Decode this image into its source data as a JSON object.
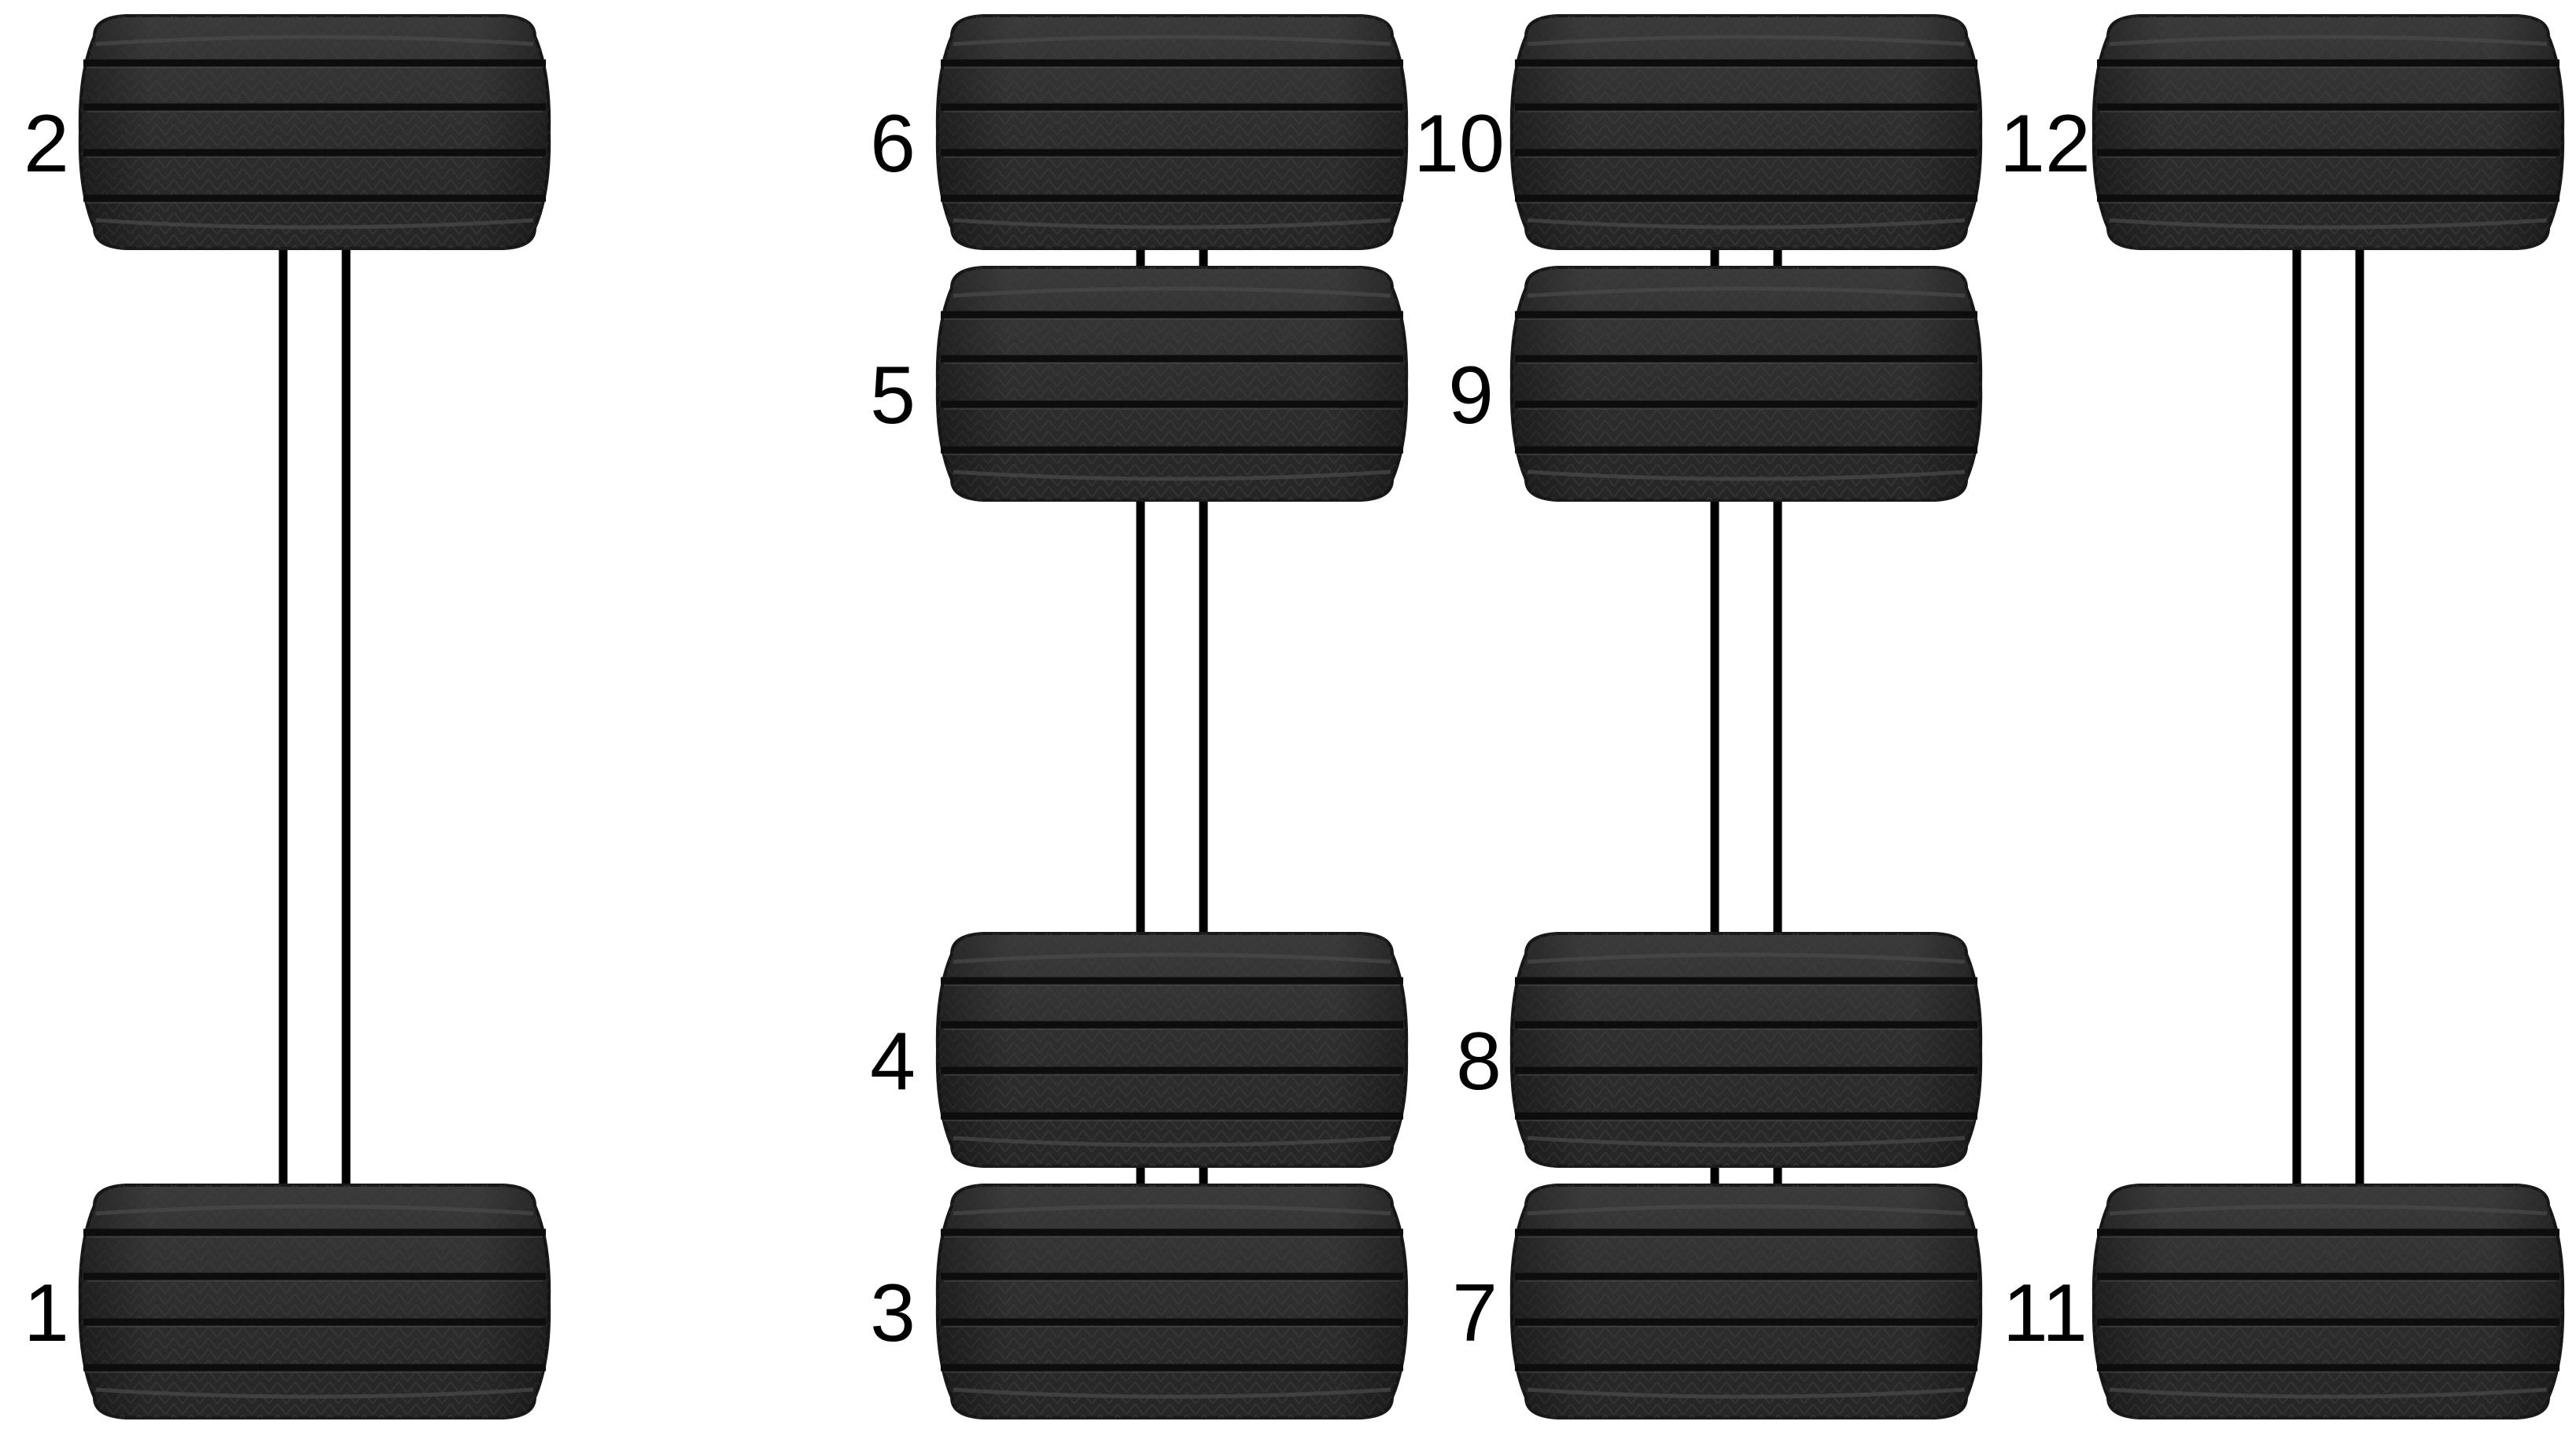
{
  "colors": {
    "background": "#ffffff",
    "tire_body": "#2f2f2f",
    "tire_edge": "#1a1a1a",
    "tire_groove": "#0d0d0d",
    "tire_highlight": "#4a4a4a",
    "axle": "#000000"
  },
  "tires": [
    {
      "id": 1,
      "label": "1"
    },
    {
      "id": 2,
      "label": "2"
    },
    {
      "id": 3,
      "label": "3"
    },
    {
      "id": 4,
      "label": "4"
    },
    {
      "id": 5,
      "label": "5"
    },
    {
      "id": 6,
      "label": "6"
    },
    {
      "id": 7,
      "label": "7"
    },
    {
      "id": 8,
      "label": "8"
    },
    {
      "id": 9,
      "label": "9"
    },
    {
      "id": 10,
      "label": "10"
    },
    {
      "id": 11,
      "label": "11"
    },
    {
      "id": 12,
      "label": "12"
    }
  ],
  "axles": [
    {
      "id": "axle-1",
      "tires": [
        1,
        2
      ]
    },
    {
      "id": "axle-2",
      "tires": [
        4,
        5
      ]
    },
    {
      "id": "axle-3",
      "tires": [
        3,
        6
      ]
    },
    {
      "id": "axle-4",
      "tires": [
        8,
        9
      ]
    },
    {
      "id": "axle-5",
      "tires": [
        7,
        10
      ]
    },
    {
      "id": "axle-6",
      "tires": [
        11,
        12
      ]
    }
  ],
  "icons": {
    "tire": "tire-icon",
    "axle": "axle-icon"
  }
}
